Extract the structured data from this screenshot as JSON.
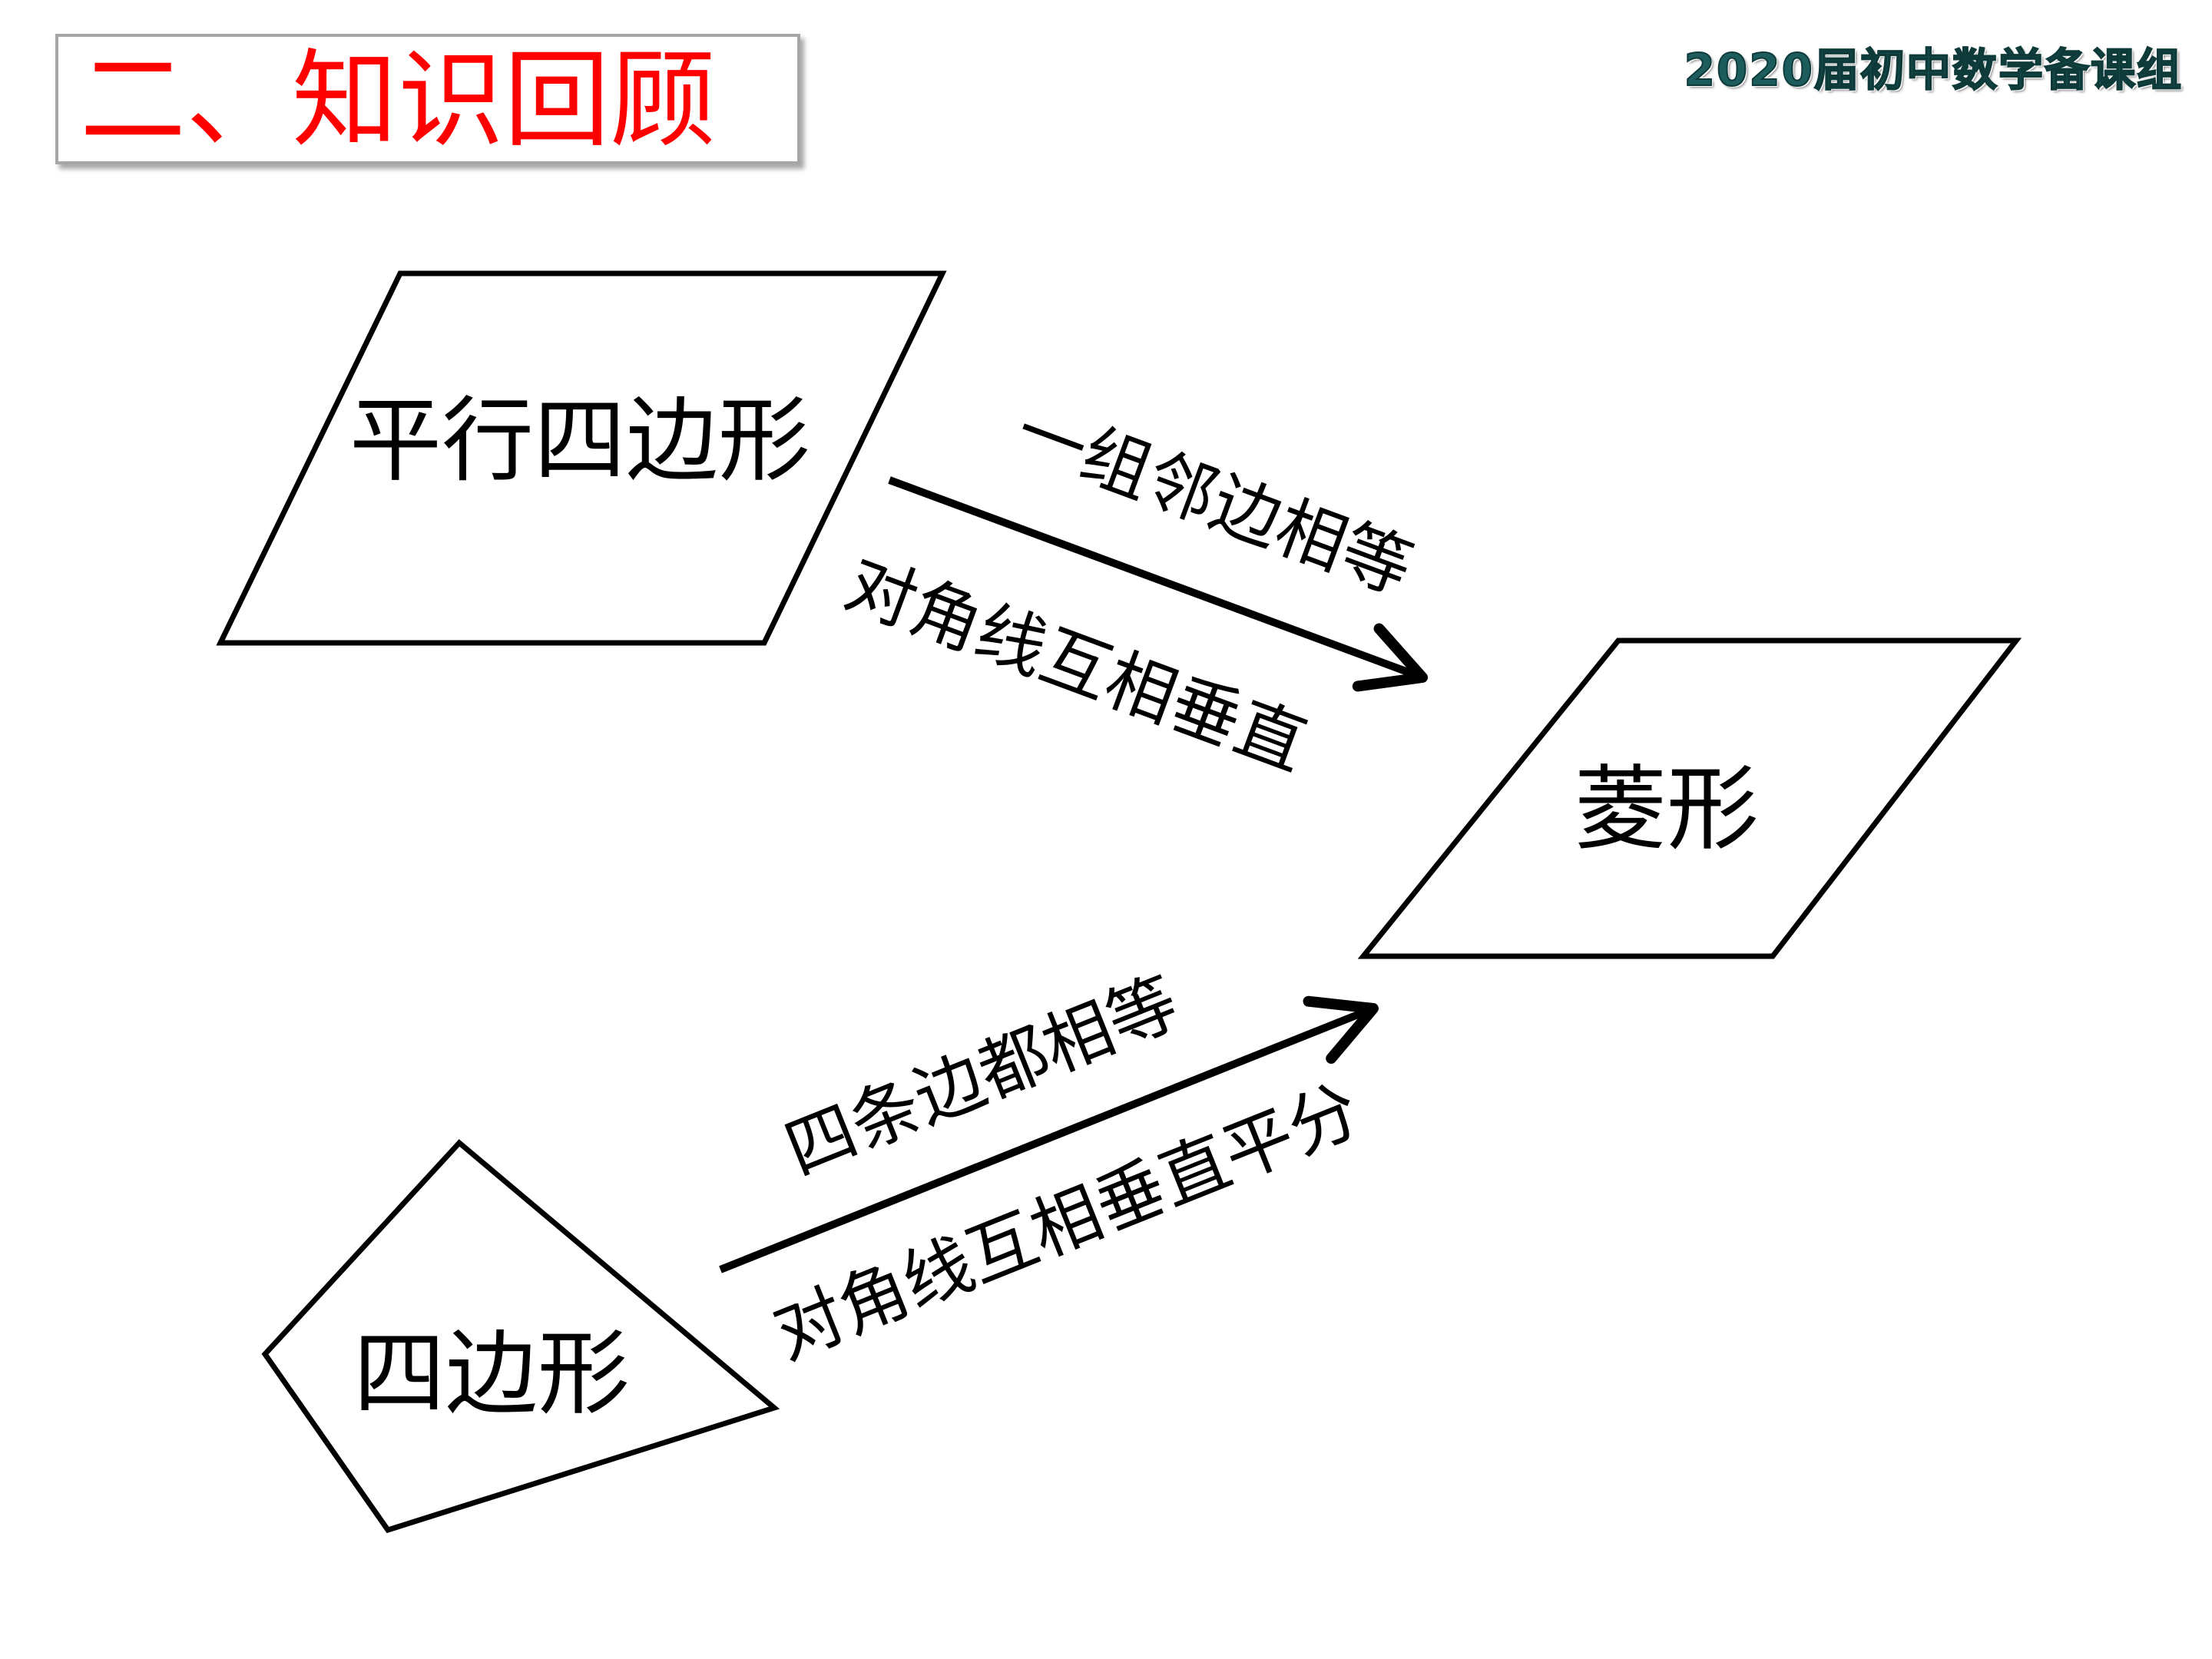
{
  "header": {
    "title": "二、知识回顾",
    "brand": "2020届初中数学备课组"
  },
  "colors": {
    "title_red": "#ff0000",
    "brand_teal": "#1d5c5c",
    "line": "#000000"
  },
  "diagram": {
    "shapes": {
      "parallelogram_label": "平行四边形",
      "quadrilateral_label": "四边形",
      "rhombus_label": "菱形"
    },
    "arrow_top": {
      "condition_above": "一组邻边相等",
      "condition_below": "对角线互相垂直"
    },
    "arrow_bottom": {
      "condition_above": "四条边都相等",
      "condition_below": "对角线互相垂直平分"
    }
  }
}
